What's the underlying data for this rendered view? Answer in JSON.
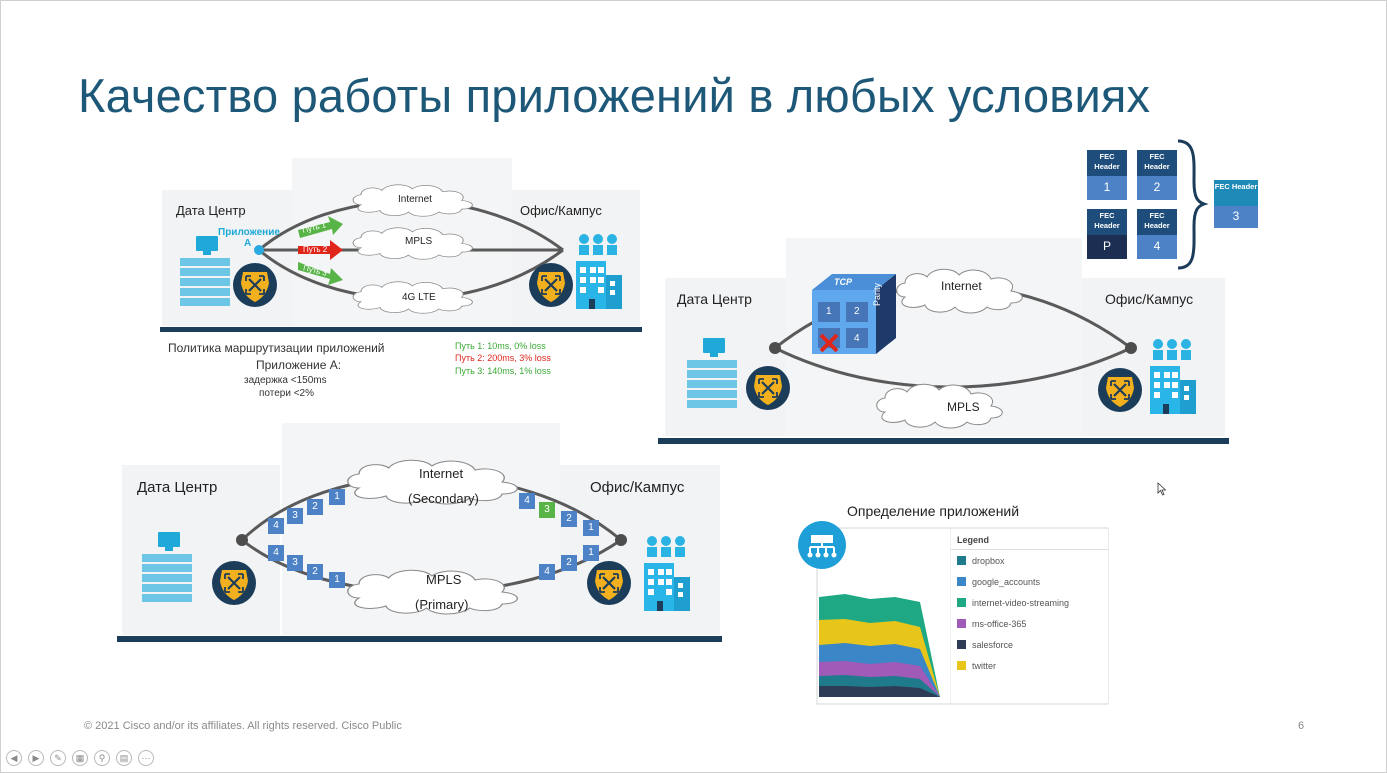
{
  "slide": {
    "title": "Качество работы приложений в любых условиях",
    "footer": "© 2021  Cisco and/or its affiliates. All rights reserved.   Cisco Public",
    "page_number": "6"
  },
  "panel1": {
    "dc_label": "Дата Центр",
    "office_label": "Офис/Кампус",
    "app_label_1": "Приложение",
    "app_label_2": "А",
    "path_labels": [
      "Путь 1",
      "Путь 2",
      "Путь 3"
    ],
    "cloud_labels": [
      "Internet",
      "MPLS",
      "4G LTE"
    ],
    "policy_title": "Политика маршрутизации приложений",
    "policy_app": "Приложение А:",
    "policy_delay": "задержка <150ms",
    "policy_loss": "потери <2%",
    "path_stats": [
      "Путь 1: 10ms,   0% loss",
      "Путь 2: 200ms, 3% loss",
      "Путь 3: 140ms, 1% loss"
    ],
    "path_stat_colors": [
      "#3aa935",
      "#e0261b",
      "#3aa935"
    ]
  },
  "panel2": {
    "dc_label": "Дата Центр",
    "office_label": "Офис/Кампус",
    "cloud_top": "Internet",
    "cloud_bottom": "MPLS",
    "tcp_label": "TCP",
    "parity_label": "Parity",
    "cube_cells": [
      "1",
      "2",
      "4"
    ],
    "fec_header": "FEC Header",
    "fec_numbers": [
      "1",
      "2",
      "P",
      "4",
      "3"
    ]
  },
  "panel3": {
    "dc_label": "Дата Центр",
    "office_label": "Офис/Кампус",
    "cloud_top_1": "Internet",
    "cloud_top_2": "(Secondary)",
    "cloud_bottom_1": "MPLS",
    "cloud_bottom_2": "(Primary)",
    "packets_left_top": [
      "4",
      "3",
      "2",
      "1"
    ],
    "packets_left_bottom": [
      "4",
      "3",
      "2",
      "1"
    ],
    "packets_right_top": [
      "4",
      "3",
      "2",
      "1"
    ],
    "packets_right_bottom": [
      "4",
      "2",
      "1"
    ]
  },
  "panel4": {
    "title": "Определение приложений",
    "legend_title": "Legend",
    "legend": [
      {
        "name": "dropbox",
        "color": "#1f7a8c"
      },
      {
        "name": "google_accounts",
        "color": "#3b86c6"
      },
      {
        "name": "internet-video-streaming",
        "color": "#1ea883"
      },
      {
        "name": "ms-office-365",
        "color": "#a05ab8"
      },
      {
        "name": "salesforce",
        "color": "#2e3d55"
      },
      {
        "name": "twitter",
        "color": "#e8c51a"
      }
    ]
  },
  "toolbar_icons": [
    "prev-icon",
    "next-icon",
    "pen-icon",
    "slides-icon",
    "zoom-icon",
    "subtitles-icon",
    "more-icon"
  ]
}
